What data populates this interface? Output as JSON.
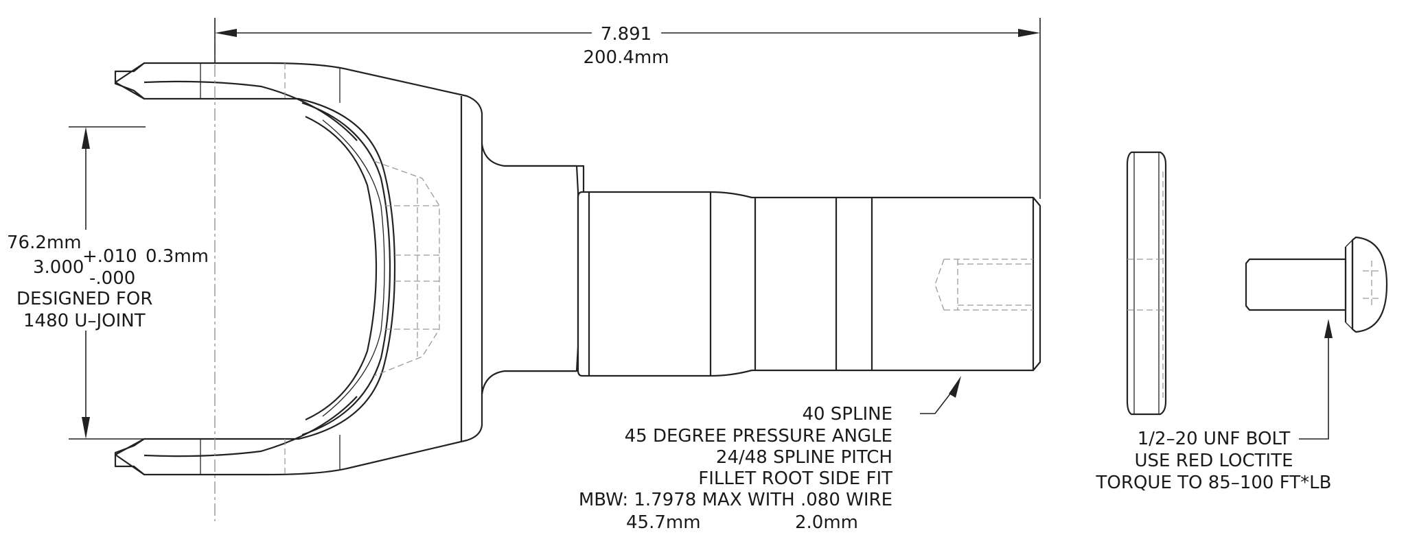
{
  "overall_length": {
    "inch": "7.891",
    "mm": "200.4mm"
  },
  "ear_opening": {
    "mm": "76.2mm",
    "inch": "3.000",
    "tol_plus": "+.010",
    "tol_minus": "-.000",
    "tol_mm": "0.3mm",
    "note_line1": "DESIGNED FOR",
    "note_line2": "1480 U–JOINT"
  },
  "spline_note": {
    "line1": "40 SPLINE",
    "line2": "45 DEGREE PRESSURE ANGLE",
    "line3": "24/48 SPLINE PITCH",
    "line4": "FILLET ROOT SIDE FIT",
    "line5": "MBW: 1.7978 MAX WITH .080 WIRE",
    "mbw_mm": "45.7mm",
    "wire_mm": "2.0mm"
  },
  "bolt_note": {
    "line1": "1/2–20 UNF BOLT",
    "line2": "USE RED LOCTITE",
    "line3": "TORQUE TO 85–100 FT*LB"
  }
}
